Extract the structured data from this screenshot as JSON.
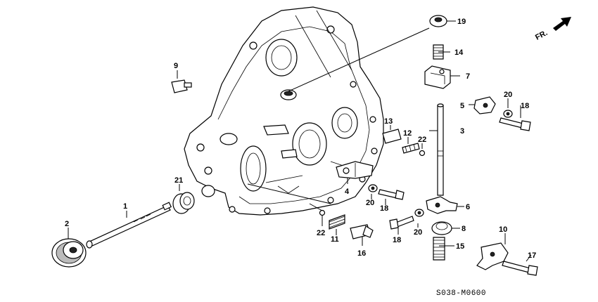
{
  "diagram": {
    "direction_label": "FR.",
    "code": "S038-M0600",
    "callouts": [
      {
        "id": "c1",
        "text": "1"
      },
      {
        "id": "c2",
        "text": "2"
      },
      {
        "id": "c3",
        "text": "3"
      },
      {
        "id": "c4",
        "text": "4"
      },
      {
        "id": "c5",
        "text": "5"
      },
      {
        "id": "c6",
        "text": "6"
      },
      {
        "id": "c7",
        "text": "7"
      },
      {
        "id": "c8",
        "text": "8"
      },
      {
        "id": "c9",
        "text": "9"
      },
      {
        "id": "c10",
        "text": "10"
      },
      {
        "id": "c11",
        "text": "11"
      },
      {
        "id": "c12",
        "text": "12"
      },
      {
        "id": "c13",
        "text": "13"
      },
      {
        "id": "c14",
        "text": "14"
      },
      {
        "id": "c15",
        "text": "15"
      },
      {
        "id": "c16",
        "text": "16"
      },
      {
        "id": "c17",
        "text": "17"
      },
      {
        "id": "c18a",
        "text": "18"
      },
      {
        "id": "c18b",
        "text": "18"
      },
      {
        "id": "c18c",
        "text": "18"
      },
      {
        "id": "c19",
        "text": "19"
      },
      {
        "id": "c20a",
        "text": "20"
      },
      {
        "id": "c20b",
        "text": "20"
      },
      {
        "id": "c20c",
        "text": "20"
      },
      {
        "id": "c21",
        "text": "21"
      },
      {
        "id": "c22a",
        "text": "22"
      },
      {
        "id": "c22b",
        "text": "22"
      }
    ]
  }
}
